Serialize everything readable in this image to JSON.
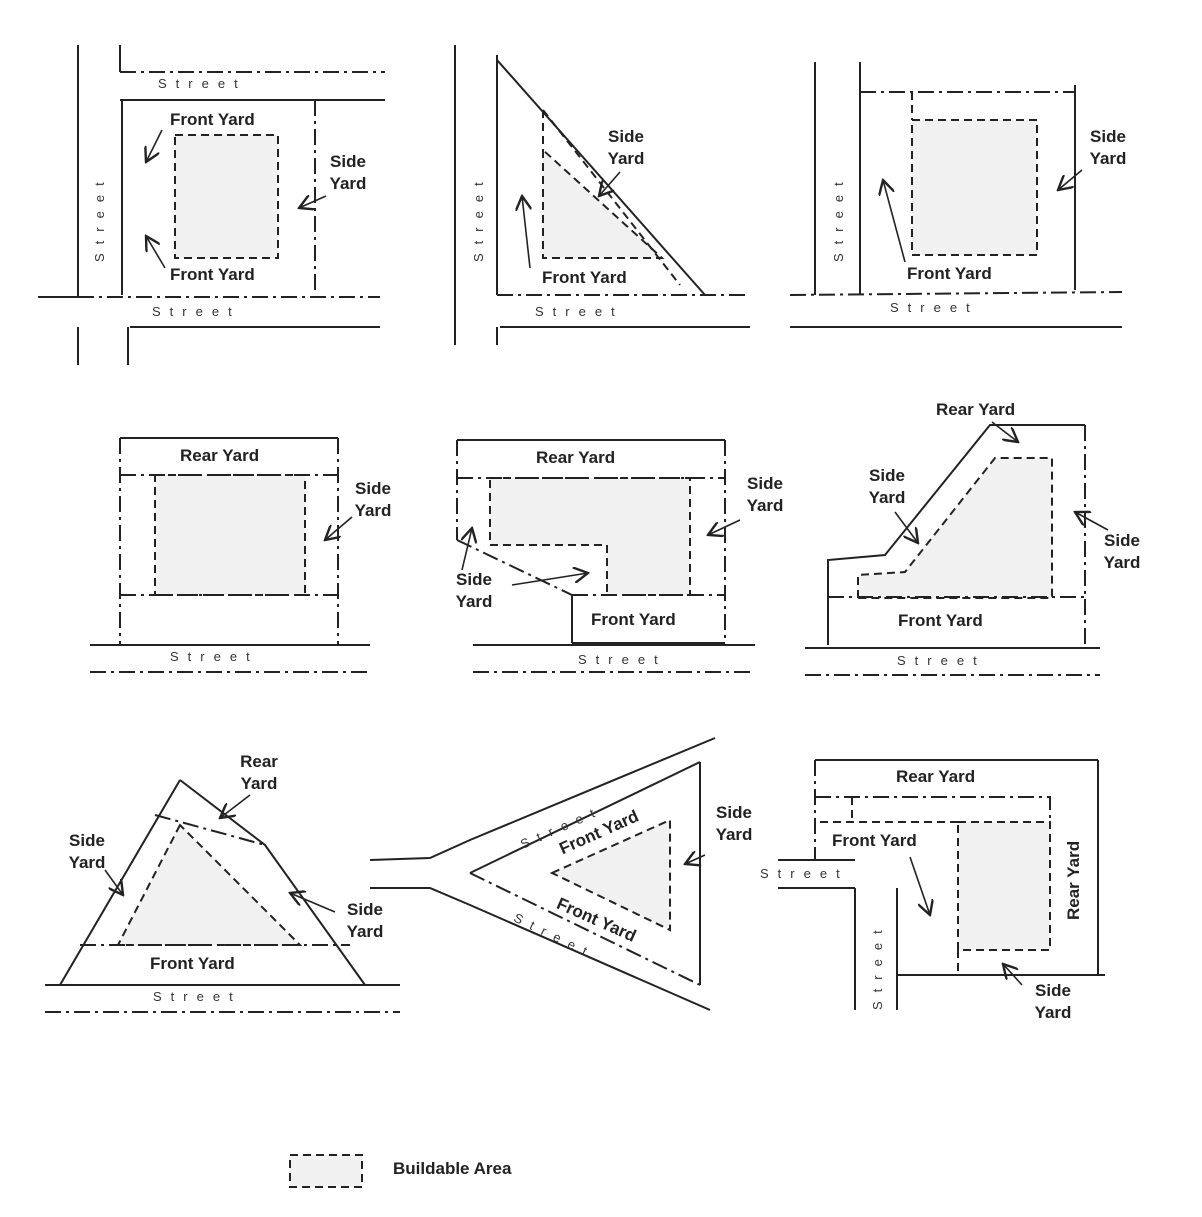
{
  "street": "Street",
  "panels": [
    {
      "labels": {
        "front_top": "Front Yard",
        "side": "Side Yard",
        "front_bottom": "Front Yard"
      }
    },
    {
      "labels": {
        "side": "Side Yard",
        "front": "Front Yard"
      }
    },
    {
      "labels": {
        "side": "Side Yard",
        "front": "Front Yard"
      }
    },
    {
      "labels": {
        "rear": "Rear Yard",
        "side": "Side Yard"
      }
    },
    {
      "labels": {
        "rear": "Rear Yard",
        "side_right": "Side Yard",
        "side_left": "Side Yard",
        "front": "Front Yard"
      }
    },
    {
      "labels": {
        "rear": "Rear Yard",
        "side_left": "Side Yard",
        "side_right": "Side Yard",
        "front": "Front Yard"
      }
    },
    {
      "labels": {
        "rear": "Rear Yard",
        "side_left": "Side Yard",
        "side_right": "Side Yard",
        "front": "Front Yard"
      }
    },
    {
      "labels": {
        "front_top": "Front Yard",
        "side": "Side Yard",
        "front_bottom": "Front Yard"
      }
    },
    {
      "labels": {
        "rear_top": "Rear Yard",
        "front": "Front Yard",
        "rear_right": "Rear Yard",
        "side": "Side Yard"
      }
    }
  ],
  "legend": {
    "label": "Buildable Area"
  }
}
